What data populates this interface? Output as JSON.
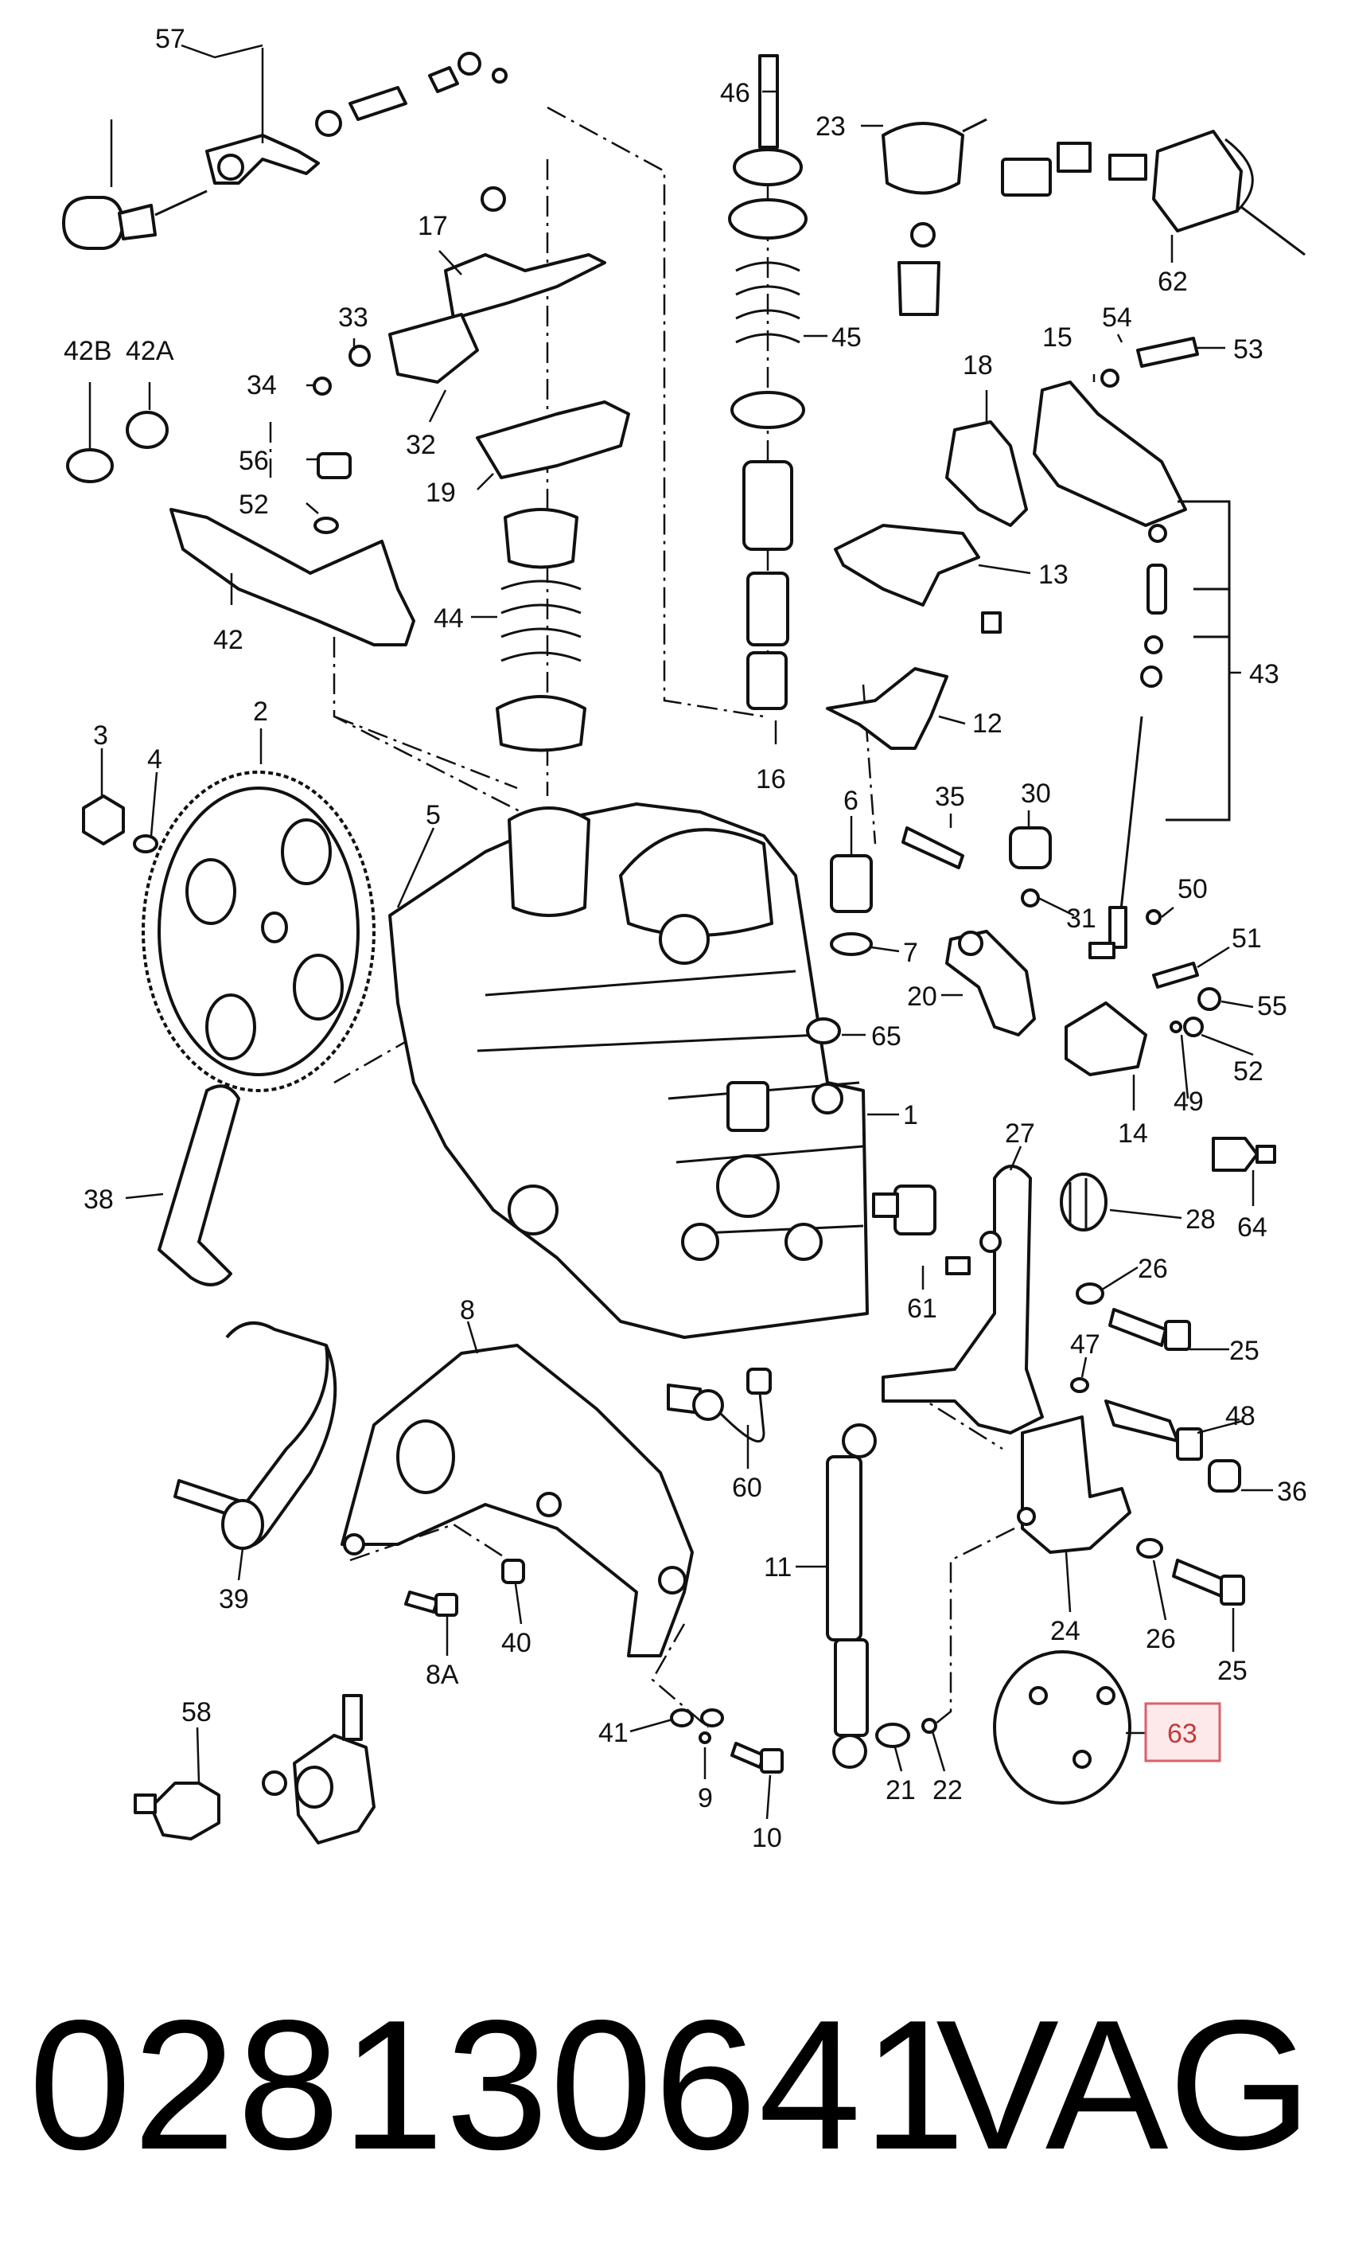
{
  "callouts": {
    "c57": "57",
    "c46": "46",
    "c23": "23",
    "c62": "62",
    "c17": "17",
    "c33": "33",
    "c34": "34",
    "c32": "32",
    "c45": "45",
    "c42a": "42A",
    "c42b": "42B",
    "c56": "56",
    "c52a": "52",
    "c19": "19",
    "c18": "18",
    "c15": "15",
    "c54": "54",
    "c53": "53",
    "c42": "42",
    "c44": "44",
    "c13": "13",
    "c43": "43",
    "c2": "2",
    "c3": "3",
    "c4": "4",
    "c16": "16",
    "c12": "12",
    "c5": "5",
    "c6": "6",
    "c35": "35",
    "c30": "30",
    "c31": "31",
    "c50": "50",
    "c7": "7",
    "c51": "51",
    "c20": "20",
    "c55": "55",
    "c65": "65",
    "c52b": "52",
    "c1": "1",
    "c14": "14",
    "c49": "49",
    "c38": "38",
    "c27": "27",
    "c28": "28",
    "c64": "64",
    "c26a": "26",
    "c61": "61",
    "c8": "8",
    "c25a": "25",
    "c47": "47",
    "c48": "48",
    "c60": "60",
    "c36": "36",
    "c39": "39",
    "c11": "11",
    "c24": "24",
    "c26b": "26",
    "c8a": "8A",
    "c40": "40",
    "c25b": "25",
    "c58": "58",
    "c41": "41",
    "c9": "9",
    "c63": "63",
    "c21": "21",
    "c22": "22",
    "c10": "10"
  },
  "highlighted_callout": "63",
  "colors": {
    "highlight_border": "#d9606a",
    "highlight_fill": "#fde9ea",
    "highlight_text": "#c23b3b",
    "line": "#111111"
  },
  "caption": {
    "part_number": "028130641",
    "brand": "VAG"
  }
}
